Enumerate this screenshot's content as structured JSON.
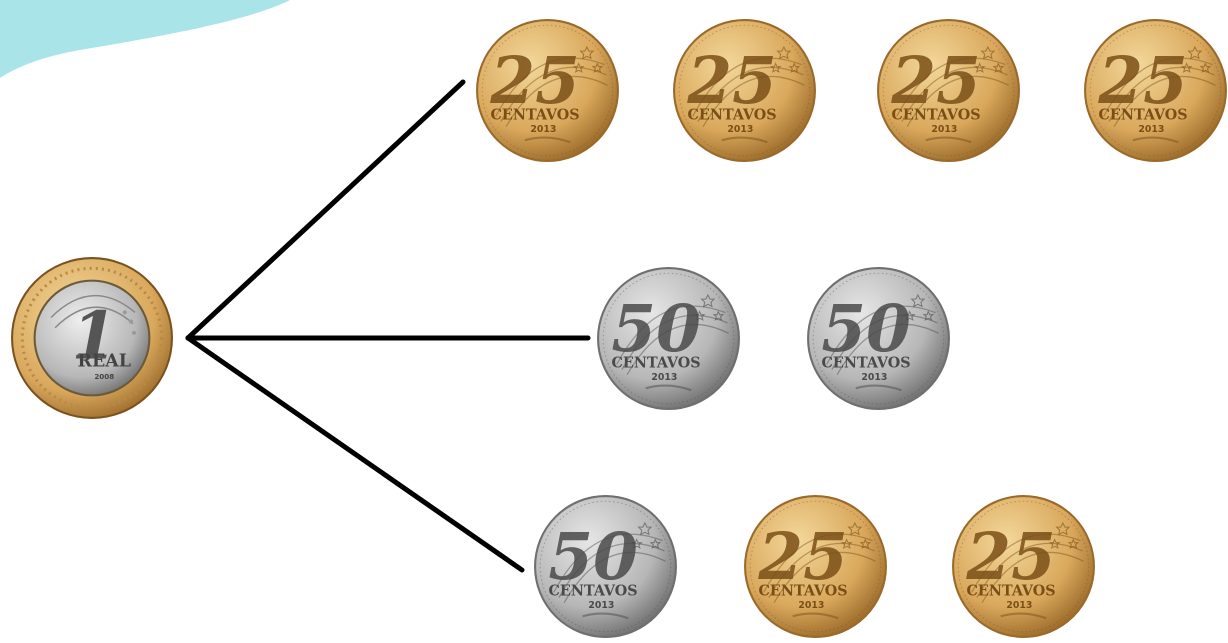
{
  "colors": {
    "background": "#ffffff",
    "accent_blob": "#a9e4e8",
    "line": "#000000",
    "gold_light": "#f3d79a",
    "gold_mid": "#d9a85c",
    "gold_dark": "#9a6a2a",
    "silver_light": "#e6e6e6",
    "silver_mid": "#b7b7b7",
    "silver_dark": "#6f6f6f"
  },
  "source_coin": {
    "value": "1",
    "word": "REAL",
    "year": "2008",
    "metal": "bimetal"
  },
  "branches": [
    {
      "name": "branch-four-25",
      "coins": [
        {
          "value": "25",
          "word": "CENTAVOS",
          "year": "2013",
          "metal": "gold"
        },
        {
          "value": "25",
          "word": "CENTAVOS",
          "year": "2013",
          "metal": "gold"
        },
        {
          "value": "25",
          "word": "CENTAVOS",
          "year": "2013",
          "metal": "gold"
        },
        {
          "value": "25",
          "word": "CENTAVOS",
          "year": "2013",
          "metal": "gold"
        }
      ]
    },
    {
      "name": "branch-two-50",
      "coins": [
        {
          "value": "50",
          "word": "CENTAVOS",
          "year": "2013",
          "metal": "silver"
        },
        {
          "value": "50",
          "word": "CENTAVOS",
          "year": "2013",
          "metal": "silver"
        }
      ]
    },
    {
      "name": "branch-mixed",
      "coins": [
        {
          "value": "50",
          "word": "CENTAVOS",
          "year": "2013",
          "metal": "silver"
        },
        {
          "value": "25",
          "word": "CENTAVOS",
          "year": "2013",
          "metal": "gold"
        },
        {
          "value": "25",
          "word": "CENTAVOS",
          "year": "2013",
          "metal": "gold"
        }
      ]
    }
  ]
}
